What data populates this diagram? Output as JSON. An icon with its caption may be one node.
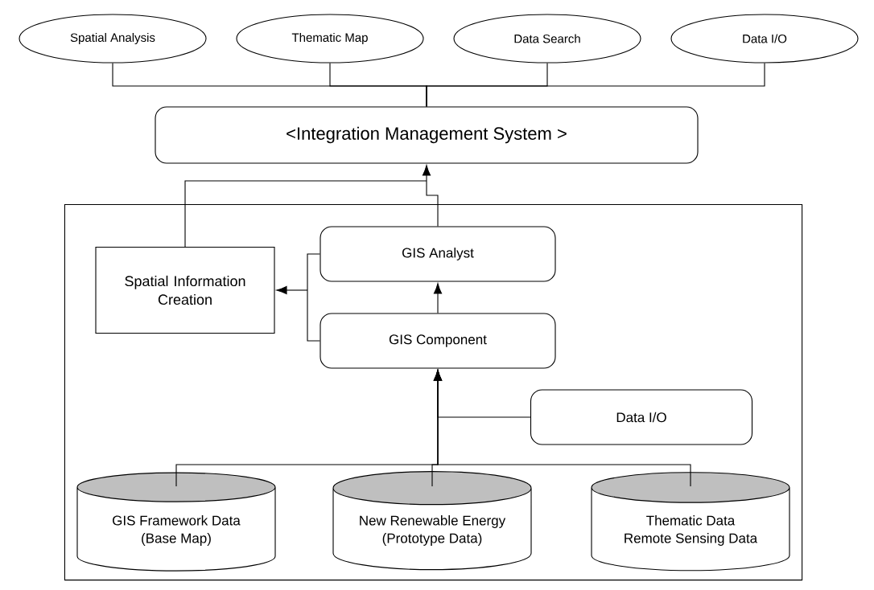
{
  "diagram": {
    "nodes": [
      {
        "text": [
          "Spatial Analysis"
        ]
      },
      {
        "text": [
          "Thematic Map"
        ]
      },
      {
        "text": [
          "Data Search"
        ]
      },
      {
        "text": [
          "Data I/O"
        ]
      },
      {
        "text": [
          "<Integration Management System >"
        ]
      },
      {
        "text": [],
        "shape": "box"
      },
      {
        "text": [
          "Spatial Information Creation"
        ],
        "in": 5
      },
      {
        "text": [
          "GIS Analyst"
        ],
        "in": 5
      },
      {
        "text": [
          "GIS Component"
        ],
        "in": 5
      },
      {
        "text": [
          "Data I/O"
        ],
        "in": 5
      },
      {
        "text": [
          "GIS Framework Data",
          "(Base Map)"
        ],
        "in": 5
      },
      {
        "text": [
          "New Renewable Energy",
          "(Prototype Data)"
        ],
        "in": 5
      },
      {
        "text": [
          "Thematic Data",
          "Remote Sensing Data"
        ],
        "in": 5
      }
    ],
    "edges": [
      {
        "from": 0,
        "to": 4,
        "arrow": "none"
      },
      {
        "from": 1,
        "to": 4,
        "arrow": "none"
      },
      {
        "from": 2,
        "to": 4,
        "arrow": "none"
      },
      {
        "from": 3,
        "to": 4,
        "arrow": "none"
      },
      {
        "from": 7,
        "to": 4,
        "arrow": "to"
      },
      {
        "from": 6,
        "to": 4,
        "arrow": "to"
      },
      {
        "from": 7,
        "to": 6,
        "arrow": "to"
      },
      {
        "from": 8,
        "to": 6,
        "arrow": "to"
      },
      {
        "from": 8,
        "to": 7,
        "arrow": "to"
      },
      {
        "from": 9,
        "to": 8,
        "arrow": "to"
      },
      {
        "from": 10,
        "to": 8,
        "arrow": "to"
      },
      {
        "from": 11,
        "to": 8,
        "arrow": "to"
      },
      {
        "from": 12,
        "to": 8,
        "arrow": "to"
      }
    ]
  }
}
